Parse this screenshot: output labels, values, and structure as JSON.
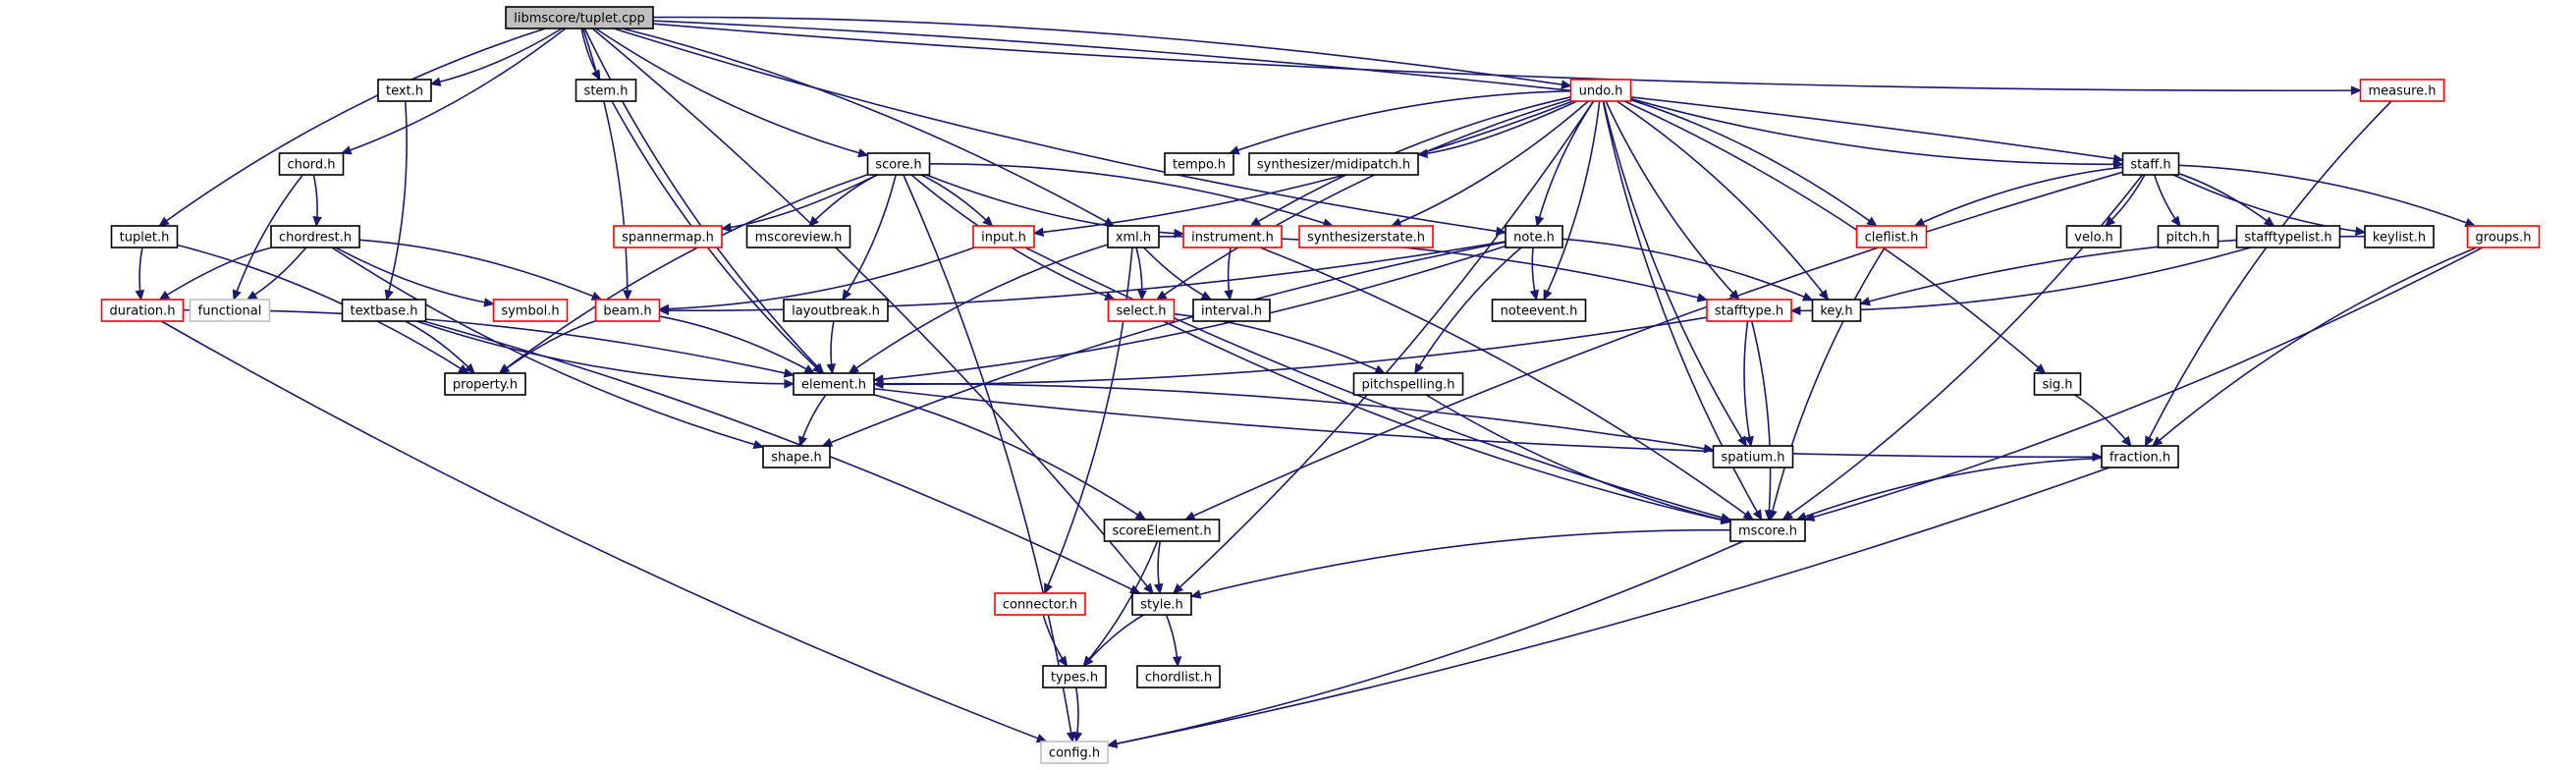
{
  "graph": {
    "colors": {
      "edge": "#191970",
      "node_border": "#000000",
      "highlight_border": "#ff0000",
      "external_border": "#bfbfbf",
      "root_fill": "#bfbfbf"
    },
    "nodes": [
      {
        "id": "tuplet_cpp",
        "label": "libmscore/tuplet.cpp",
        "style": "root"
      },
      {
        "id": "undo_h",
        "label": "undo.h",
        "style": "red"
      },
      {
        "id": "measure_h",
        "label": "measure.h",
        "style": "red"
      },
      {
        "id": "text_h",
        "label": "text.h",
        "style": "normal"
      },
      {
        "id": "stem_h",
        "label": "stem.h",
        "style": "normal"
      },
      {
        "id": "chord_h",
        "label": "chord.h",
        "style": "normal"
      },
      {
        "id": "score_h",
        "label": "score.h",
        "style": "normal"
      },
      {
        "id": "tempo_h",
        "label": "tempo.h",
        "style": "normal"
      },
      {
        "id": "midipatch_h",
        "label": "synthesizer/midipatch.h",
        "style": "normal"
      },
      {
        "id": "staff_h",
        "label": "staff.h",
        "style": "normal"
      },
      {
        "id": "tuplet_h",
        "label": "tuplet.h",
        "style": "normal"
      },
      {
        "id": "chordrest_h",
        "label": "chordrest.h",
        "style": "normal"
      },
      {
        "id": "spannermap_h",
        "label": "spannermap.h",
        "style": "red"
      },
      {
        "id": "mscoreview_h",
        "label": "mscoreview.h",
        "style": "normal"
      },
      {
        "id": "input_h",
        "label": "input.h",
        "style": "red"
      },
      {
        "id": "xml_h",
        "label": "xml.h",
        "style": "normal"
      },
      {
        "id": "instrument_h",
        "label": "instrument.h",
        "style": "red"
      },
      {
        "id": "synthstate_h",
        "label": "synthesizerstate.h",
        "style": "red"
      },
      {
        "id": "note_h",
        "label": "note.h",
        "style": "normal"
      },
      {
        "id": "cleflist_h",
        "label": "cleflist.h",
        "style": "red"
      },
      {
        "id": "velo_h",
        "label": "velo.h",
        "style": "normal"
      },
      {
        "id": "pitch_h",
        "label": "pitch.h",
        "style": "normal"
      },
      {
        "id": "stafftypelist_h",
        "label": "stafftypelist.h",
        "style": "normal"
      },
      {
        "id": "keylist_h",
        "label": "keylist.h",
        "style": "normal"
      },
      {
        "id": "groups_h",
        "label": "groups.h",
        "style": "red"
      },
      {
        "id": "duration_h",
        "label": "duration.h",
        "style": "red"
      },
      {
        "id": "functional",
        "label": "functional",
        "style": "gray"
      },
      {
        "id": "textbase_h",
        "label": "textbase.h",
        "style": "normal"
      },
      {
        "id": "symbol_h",
        "label": "symbol.h",
        "style": "red"
      },
      {
        "id": "beam_h",
        "label": "beam.h",
        "style": "red"
      },
      {
        "id": "layoutbreak_h",
        "label": "layoutbreak.h",
        "style": "normal"
      },
      {
        "id": "select_h",
        "label": "select.h",
        "style": "red"
      },
      {
        "id": "interval_h",
        "label": "interval.h",
        "style": "normal"
      },
      {
        "id": "noteevent_h",
        "label": "noteevent.h",
        "style": "normal"
      },
      {
        "id": "stafftype_h",
        "label": "stafftype.h",
        "style": "red"
      },
      {
        "id": "key_h",
        "label": "key.h",
        "style": "normal"
      },
      {
        "id": "property_h",
        "label": "property.h",
        "style": "normal"
      },
      {
        "id": "element_h",
        "label": "element.h",
        "style": "normal"
      },
      {
        "id": "pitchspelling_h",
        "label": "pitchspelling.h",
        "style": "normal"
      },
      {
        "id": "sig_h",
        "label": "sig.h",
        "style": "normal"
      },
      {
        "id": "shape_h",
        "label": "shape.h",
        "style": "normal"
      },
      {
        "id": "spatium_h",
        "label": "spatium.h",
        "style": "normal"
      },
      {
        "id": "fraction_h",
        "label": "fraction.h",
        "style": "normal"
      },
      {
        "id": "scoreelement_h",
        "label": "scoreElement.h",
        "style": "normal"
      },
      {
        "id": "mscore_h",
        "label": "mscore.h",
        "style": "normal"
      },
      {
        "id": "connector_h",
        "label": "connector.h",
        "style": "red"
      },
      {
        "id": "style_h",
        "label": "style.h",
        "style": "normal"
      },
      {
        "id": "chordlist_h",
        "label": "chordlist.h",
        "style": "normal"
      },
      {
        "id": "types_h",
        "label": "types.h",
        "style": "normal"
      },
      {
        "id": "config_h",
        "label": "config.h",
        "style": "gray"
      }
    ],
    "edges": [
      [
        "tuplet_cpp",
        "undo_h"
      ],
      [
        "tuplet_cpp",
        "measure_h"
      ],
      [
        "tuplet_cpp",
        "text_h"
      ],
      [
        "tuplet_cpp",
        "stem_h"
      ],
      [
        "tuplet_cpp",
        "chord_h"
      ],
      [
        "tuplet_cpp",
        "score_h"
      ],
      [
        "tuplet_cpp",
        "staff_h"
      ],
      [
        "tuplet_cpp",
        "tuplet_h"
      ],
      [
        "tuplet_cpp",
        "xml_h"
      ],
      [
        "tuplet_cpp",
        "note_h"
      ],
      [
        "tuplet_cpp",
        "beam_h"
      ],
      [
        "tuplet_cpp",
        "element_h"
      ],
      [
        "tuplet_cpp",
        "style_h"
      ],
      [
        "undo_h",
        "tempo_h"
      ],
      [
        "undo_h",
        "midipatch_h"
      ],
      [
        "undo_h",
        "staff_h"
      ],
      [
        "undo_h",
        "input_h"
      ],
      [
        "undo_h",
        "instrument_h"
      ],
      [
        "undo_h",
        "synthstate_h"
      ],
      [
        "undo_h",
        "note_h"
      ],
      [
        "undo_h",
        "cleflist_h"
      ],
      [
        "undo_h",
        "select_h"
      ],
      [
        "undo_h",
        "noteevent_h"
      ],
      [
        "undo_h",
        "stafftype_h"
      ],
      [
        "undo_h",
        "key_h"
      ],
      [
        "undo_h",
        "spatium_h"
      ],
      [
        "undo_h",
        "sig_h"
      ],
      [
        "undo_h",
        "mscore_h"
      ],
      [
        "undo_h",
        "style_h"
      ],
      [
        "measure_h",
        "fraction_h"
      ],
      [
        "text_h",
        "textbase_h"
      ],
      [
        "stem_h",
        "element_h"
      ],
      [
        "chord_h",
        "chordrest_h"
      ],
      [
        "chord_h",
        "functional"
      ],
      [
        "score_h",
        "spannermap_h"
      ],
      [
        "score_h",
        "mscoreview_h"
      ],
      [
        "score_h",
        "input_h"
      ],
      [
        "score_h",
        "instrument_h"
      ],
      [
        "score_h",
        "synthstate_h"
      ],
      [
        "score_h",
        "select_h"
      ],
      [
        "score_h",
        "layoutbreak_h"
      ],
      [
        "score_h",
        "property_h"
      ],
      [
        "score_h",
        "config_h"
      ],
      [
        "staff_h",
        "cleflist_h"
      ],
      [
        "staff_h",
        "velo_h"
      ],
      [
        "staff_h",
        "pitch_h"
      ],
      [
        "staff_h",
        "stafftypelist_h"
      ],
      [
        "staff_h",
        "keylist_h"
      ],
      [
        "staff_h",
        "groups_h"
      ],
      [
        "staff_h",
        "scoreelement_h"
      ],
      [
        "staff_h",
        "mscore_h"
      ],
      [
        "tuplet_h",
        "duration_h"
      ],
      [
        "tuplet_h",
        "property_h"
      ],
      [
        "chordrest_h",
        "duration_h"
      ],
      [
        "chordrest_h",
        "functional"
      ],
      [
        "chordrest_h",
        "symbol_h"
      ],
      [
        "chordrest_h",
        "beam_h"
      ],
      [
        "chordrest_h",
        "shape_h"
      ],
      [
        "input_h",
        "beam_h"
      ],
      [
        "input_h",
        "mscore_h"
      ],
      [
        "xml_h",
        "select_h"
      ],
      [
        "xml_h",
        "interval_h"
      ],
      [
        "xml_h",
        "stafftype_h"
      ],
      [
        "xml_h",
        "element_h"
      ],
      [
        "xml_h",
        "connector_h"
      ],
      [
        "instrument_h",
        "interval_h"
      ],
      [
        "instrument_h",
        "mscore_h"
      ],
      [
        "note_h",
        "noteevent_h"
      ],
      [
        "note_h",
        "key_h"
      ],
      [
        "note_h",
        "pitchspelling_h"
      ],
      [
        "note_h",
        "element_h"
      ],
      [
        "note_h",
        "shape_h"
      ],
      [
        "note_h",
        "beam_h"
      ],
      [
        "cleflist_h",
        "mscore_h"
      ],
      [
        "stafftypelist_h",
        "stafftype_h"
      ],
      [
        "keylist_h",
        "key_h"
      ],
      [
        "groups_h",
        "mscore_h"
      ],
      [
        "groups_h",
        "fraction_h"
      ],
      [
        "duration_h",
        "element_h"
      ],
      [
        "duration_h",
        "config_h"
      ],
      [
        "textbase_h",
        "property_h"
      ],
      [
        "textbase_h",
        "element_h"
      ],
      [
        "textbase_h",
        "style_h"
      ],
      [
        "beam_h",
        "property_h"
      ],
      [
        "beam_h",
        "element_h"
      ],
      [
        "layoutbreak_h",
        "element_h"
      ],
      [
        "select_h",
        "pitchspelling_h"
      ],
      [
        "select_h",
        "mscore_h"
      ],
      [
        "stafftype_h",
        "element_h"
      ],
      [
        "stafftype_h",
        "spatium_h"
      ],
      [
        "stafftype_h",
        "mscore_h"
      ],
      [
        "element_h",
        "shape_h"
      ],
      [
        "element_h",
        "spatium_h"
      ],
      [
        "element_h",
        "fraction_h"
      ],
      [
        "element_h",
        "scoreelement_h"
      ],
      [
        "pitchspelling_h",
        "mscore_h"
      ],
      [
        "sig_h",
        "fraction_h"
      ],
      [
        "fraction_h",
        "mscore_h"
      ],
      [
        "fraction_h",
        "config_h"
      ],
      [
        "scoreelement_h",
        "style_h"
      ],
      [
        "scoreelement_h",
        "types_h"
      ],
      [
        "mscore_h",
        "style_h"
      ],
      [
        "mscore_h",
        "config_h"
      ],
      [
        "connector_h",
        "types_h"
      ],
      [
        "style_h",
        "chordlist_h"
      ],
      [
        "style_h",
        "types_h"
      ],
      [
        "types_h",
        "config_h"
      ]
    ]
  }
}
